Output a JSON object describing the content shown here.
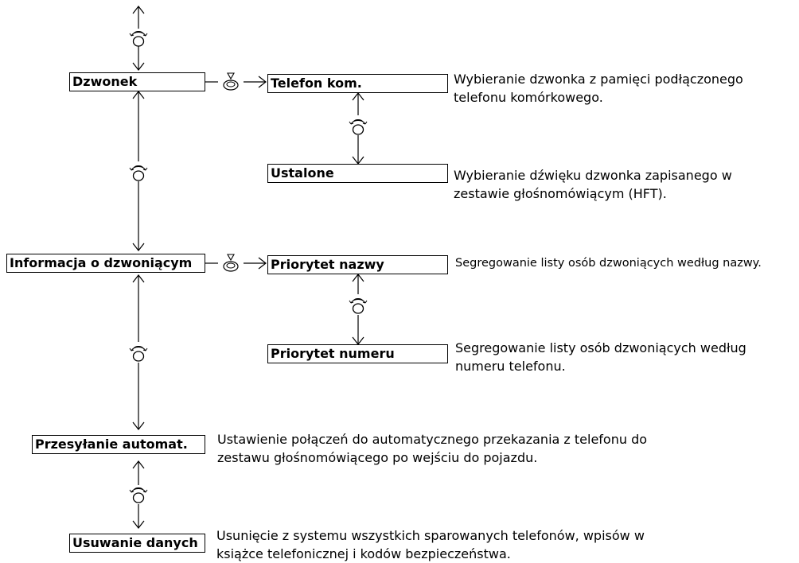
{
  "menu": {
    "ringtone": "Dzwonek",
    "caller_info": "Informacja o dzwoniącym",
    "auto_transfer": "Przesyłanie automat.",
    "delete_data": "Usuwanie danych"
  },
  "submenu": {
    "mobile_phone": "Telefon kom.",
    "fixed": "Ustalone",
    "name_priority": "Priorytet nazwy",
    "number_priority": "Priorytet numeru"
  },
  "descriptions": {
    "mobile_phone": [
      "Wybieranie dzwonka z pamięci podłączonego",
      "telefonu komórkowego."
    ],
    "fixed": [
      "Wybieranie dźwięku dzwonka zapisanego w",
      "zestawie głośnomówiącym (HFT)."
    ],
    "name_priority": [
      "Segregowanie listy osób dzwoniących według nazwy."
    ],
    "number_priority": [
      "Segregowanie listy osób dzwoniących według",
      "numeru telefonu."
    ],
    "auto_transfer": [
      "Ustawienie połączeń do automatycznego przekazania z telefonu do",
      "zestawu głośnomówiącego po wejściu do pojazdu."
    ],
    "delete_data": [
      "Usunięcie z systemu wszystkich sparowanych telefonów, wpisów w",
      "książce telefonicznej i kodów bezpieczeństwa."
    ]
  },
  "icons": {
    "rotate": "rotate-knob-icon",
    "press": "press-knob-icon"
  }
}
